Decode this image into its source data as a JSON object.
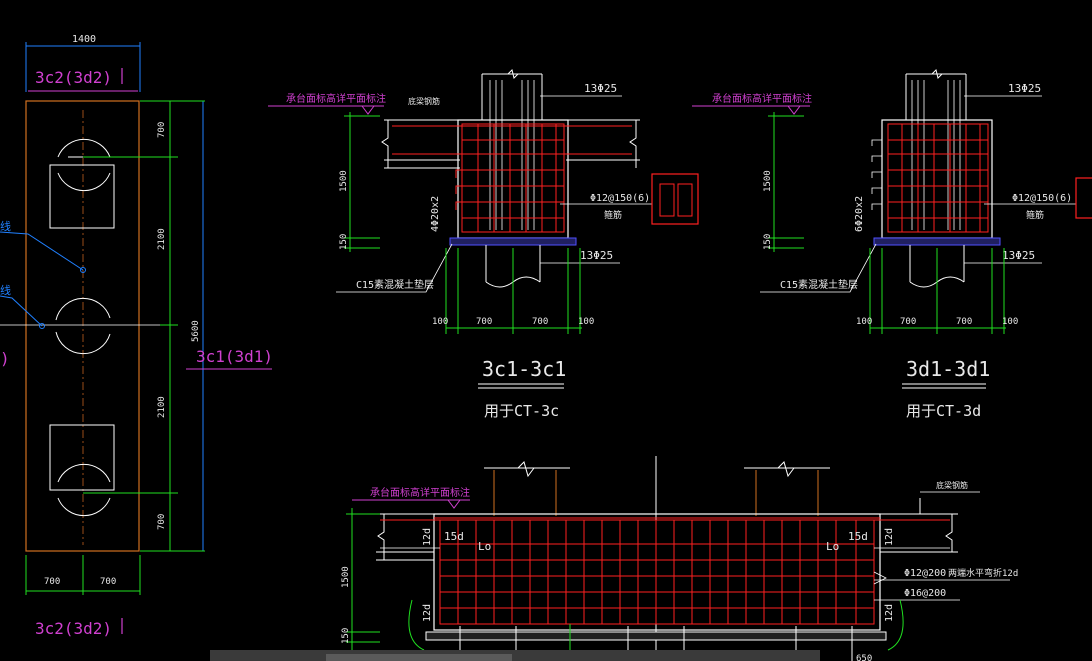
{
  "colors": {
    "background": "#000000",
    "outline": "#ffffff",
    "rebar": "#ff2020",
    "dimension": "#20e020",
    "leader": "#e0e000",
    "label": "#d040d0",
    "axis": "#c06020",
    "plan_border": "#d07020",
    "cushion": "#5050ff"
  },
  "plan": {
    "width_dim": "1400",
    "top_label": "3c2(3d2)",
    "bottom_label": "3c2(3d2)",
    "right_label": "3c1(3d1)",
    "left_label_partial": ")",
    "height_total": "5600",
    "segments": [
      "700",
      "2100",
      "2100",
      "700"
    ],
    "bottom_dims": [
      "700",
      "700"
    ],
    "leader_text_1": "线",
    "leader_text_2": "线"
  },
  "section_c": {
    "title": "3c1-3c1",
    "subtitle": "用于CT-3c",
    "top_bars": "13Φ25",
    "bottom_bars": "13Φ25",
    "stirrup": "Φ12@150(6)",
    "stirrup_note": "箍筋",
    "side_bars": "4Φ20x2",
    "cap_note": "承台面标高详平面标注",
    "beam_note": "底梁钢筋",
    "cushion_note": "C15素混凝土垫层",
    "height_dims": [
      "1500",
      "150"
    ],
    "bottom_dims": [
      "100",
      "700",
      "700",
      "100"
    ]
  },
  "section_d": {
    "title": "3d1-3d1",
    "subtitle": "用于CT-3d",
    "top_bars": "13Φ25",
    "bottom_bars": "13Φ25",
    "stirrup": "Φ12@150(6)",
    "stirrup_note": "箍筋",
    "side_bars": "6Φ20x2",
    "cap_note": "承台面标高详平面标注",
    "cushion_note": "C15素混凝土垫层",
    "height_dims": [
      "1500",
      "150"
    ],
    "bottom_dims": [
      "100",
      "700",
      "700",
      "100"
    ]
  },
  "section_long": {
    "cap_note": "承台面标高详平面标注",
    "beam_note": "底梁钢筋",
    "left_anchor": "15d",
    "right_anchor": "15d",
    "left_lap": "Lo",
    "right_lap": "Lo",
    "hook_12d": "12d",
    "side_rebar": "Φ12@200",
    "side_rebar_note": "两端水平弯折12d",
    "bottom_rebar": "Φ16@200",
    "height_dims": [
      "1500",
      "150"
    ],
    "right_dim": "650"
  }
}
